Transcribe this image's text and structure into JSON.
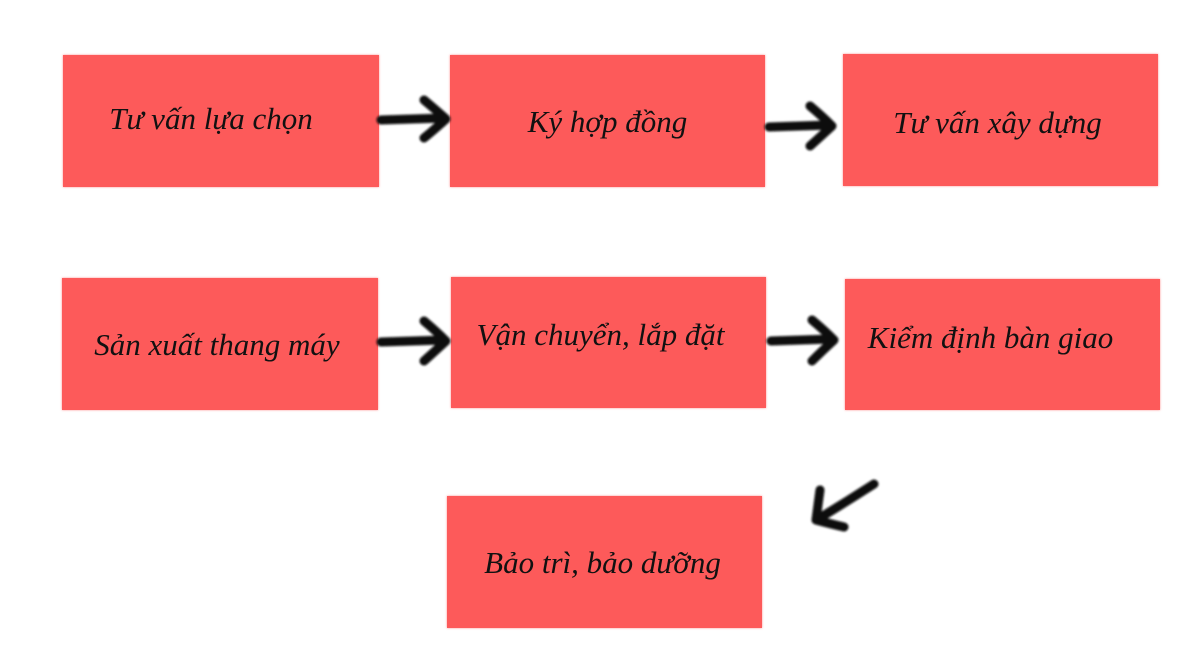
{
  "steps": [
    {
      "id": "s1",
      "label": "Tư vấn lựa chọn"
    },
    {
      "id": "s2",
      "label": "Ký hợp đồng"
    },
    {
      "id": "s3",
      "label": "Tư vấn xây dựng"
    },
    {
      "id": "s4",
      "label": "Sản xuất thang máy"
    },
    {
      "id": "s5",
      "label": "Vận chuyển, lắp đặt"
    },
    {
      "id": "s6",
      "label": "Kiểm định bàn giao"
    },
    {
      "id": "s7",
      "label": "Bảo trì, bảo dưỡng"
    }
  ],
  "connections": [
    {
      "from": "s1",
      "to": "s2",
      "direction": "right"
    },
    {
      "from": "s2",
      "to": "s3",
      "direction": "right"
    },
    {
      "from": "s4",
      "to": "s5",
      "direction": "right"
    },
    {
      "from": "s5",
      "to": "s6",
      "direction": "right"
    },
    {
      "from": "s6",
      "to": "s7",
      "direction": "down-left"
    }
  ],
  "colors": {
    "box_fill": "#fd5a5a",
    "arrow": "#0a0a0a",
    "text": "#111111",
    "background": "#ffffff"
  }
}
